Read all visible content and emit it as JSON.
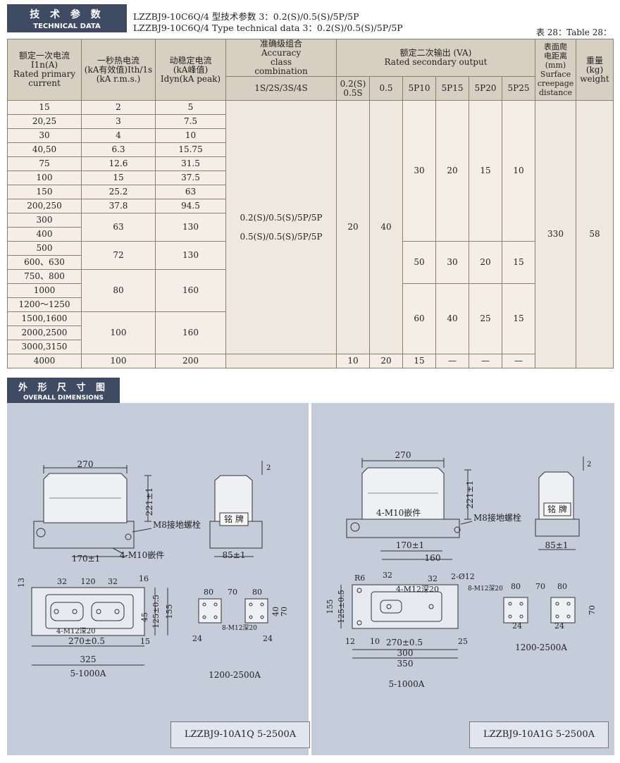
{
  "header": {
    "title_cn": "技 术 参 数",
    "title_en": "TECHNICAL DATA",
    "model_line_cn": "LZZBJ9-10C6Q/4  型技术参数 3：0.2(S)/0.5(S)/5P/5P",
    "model_line_en": "LZZBJ9-10C6Q/4  Type technical data 3：0.2(S)/0.5(S)/5P/5P",
    "table_ref": "表 28：Table 28："
  },
  "table": {
    "col_primary_cn": "额定一次电流",
    "col_primary_en1": "I1n(A)",
    "col_primary_en2": "Rated primary",
    "col_primary_en3": "current",
    "col_thermal_cn": "一秒热电流",
    "col_thermal_en1": "(kA有效值)Ith/1s",
    "col_thermal_en2": "(kA r.m.s.)",
    "col_dynamic_cn": "动稳定电流",
    "col_dynamic_en1": "(kA峰值)",
    "col_dynamic_en2": "Idyn(kA peak)",
    "col_accuracy_cn": "准确级组合",
    "col_accuracy_en1": "Accuracy",
    "col_accuracy_en2": "class",
    "col_accuracy_en3": "combination",
    "col_accuracy_sub": "1S/2S/3S/4S",
    "col_output_cn": "额定二次输出 (VA)",
    "col_output_en": "Rated secondary output",
    "sub_02s_1": "0.2(S)",
    "sub_02s_2": "0.5S",
    "sub_05": "0.5",
    "sub_5p10": "5P10",
    "sub_5p15": "5P15",
    "sub_5p20": "5P20",
    "sub_5p25": "5P25",
    "col_creepage_cn1": "表面爬",
    "col_creepage_cn2": "电距离",
    "col_creepage_en1": "(mm)",
    "col_creepage_en2": "Surface",
    "col_creepage_en3": "creepage",
    "col_creepage_en4": "distance",
    "col_weight_cn": "重量",
    "col_weight_en1": "(kg)",
    "col_weight_en2": "weight",
    "primary": [
      "15",
      "20,25",
      "30",
      "40,50",
      "75",
      "100",
      "150",
      "200,250",
      "300",
      "400",
      "500",
      "600、630",
      "750、800",
      "1000",
      "1200～1250",
      "1500,1600",
      "2000,2500",
      "3000,3150",
      "4000"
    ],
    "thermal": [
      "2",
      "3",
      "4",
      "6.3",
      "12.6",
      "15",
      "25.2",
      "37.8",
      "63",
      "72",
      "80",
      "100",
      "100"
    ],
    "dynamic": [
      "5",
      "7.5",
      "10",
      "15.75",
      "31.5",
      "37.5",
      "63",
      "94.5",
      "130",
      "130",
      "160",
      "160",
      "200"
    ],
    "accuracy_1": "0.2(S)/0.5(S)/5P/5P",
    "accuracy_2": "0.5(S)/0.5(S)/5P/5P",
    "out_02s_main": "20",
    "out_05_main": "40",
    "out_groupA": [
      "30",
      "20",
      "15",
      "10"
    ],
    "out_groupB": [
      "50",
      "30",
      "20",
      "15"
    ],
    "out_groupC": [
      "60",
      "40",
      "25",
      "15"
    ],
    "last_row": [
      "10",
      "20",
      "15",
      "—",
      "—",
      "—"
    ],
    "creepage": "330",
    "weight": "58"
  },
  "dimensions": {
    "title_cn": "外 形 尺 寸 图",
    "title_en": "OVERALL DIMENSIONS",
    "left": {
      "width_top": "270",
      "height": "221±1",
      "grounding": "M8接地螺栓",
      "insert": "4-M10嵌件",
      "bolt_spacing": "170±1",
      "side_depth": "85±1",
      "nameplate": "铭 牌",
      "gap_top": "2",
      "d13": "13",
      "d32a": "32",
      "d120": "120",
      "d32b": "32",
      "d16": "16",
      "d125": "125±0.5",
      "d155": "155",
      "d45": "45",
      "m12": "4-M12深20",
      "d270": "270±0.5",
      "d15": "15",
      "d325": "325",
      "range1": "5-1000A",
      "d80a": "80",
      "d70": "70",
      "d80b": "80",
      "d40": "40",
      "d70v": "70",
      "m12b": "8-M12深20",
      "d24a": "24",
      "d24b": "24",
      "range2": "1200-2500A",
      "model": "LZZBJ9-10A1Q  5-2500A"
    },
    "right": {
      "width_top": "270",
      "height": "221±1",
      "grounding": "M8接地螺栓",
      "insert": "4-M10嵌件",
      "bolt_spacing": "170±1",
      "base": "160",
      "side_depth": "85±1",
      "nameplate": "铭 牌",
      "gap_top": "2",
      "r6": "R6",
      "d32a": "32",
      "d32b": "32",
      "hole": "2-Ø12",
      "m12": "4-M12深20",
      "d155": "155",
      "d125": "125±0.5",
      "d12": "12",
      "d10": "10",
      "d270": "270±0.5",
      "d25": "25",
      "d300": "300",
      "d350": "350",
      "range1": "5-1000A",
      "m12b": "8-M12深20",
      "d80a": "80",
      "d70": "70",
      "d80b": "80",
      "d70v": "70",
      "d24a": "24",
      "d24b": "24",
      "range2": "1200-2500A",
      "model": "LZZBJ9-10A1G  5-2500A"
    }
  }
}
